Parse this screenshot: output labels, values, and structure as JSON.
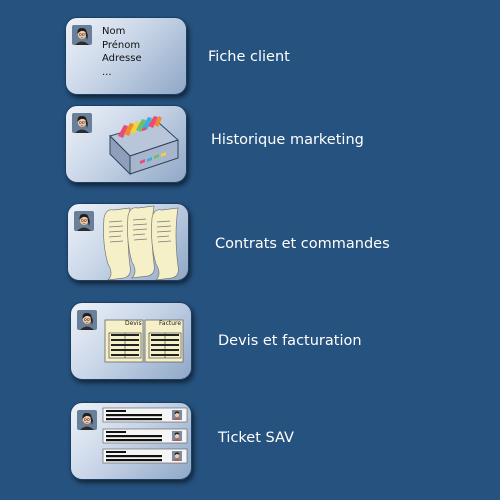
{
  "items": [
    {
      "label": "Fiche client",
      "icon": "person-avatar-icon",
      "card_lines": [
        "Nom",
        "Prénom",
        "Adresse",
        "..."
      ]
    },
    {
      "label": "Historique marketing",
      "icon": "file-drawer-icon"
    },
    {
      "label": "Contrats et commandes",
      "icon": "contract-scrolls-icon"
    },
    {
      "label": "Devis et facturation",
      "icon": "invoice-documents-icon",
      "doc_titles": [
        "Devis",
        "Facture"
      ]
    },
    {
      "label": "Ticket SAV",
      "icon": "ticket-list-icon"
    }
  ],
  "colors": {
    "background": "#26527f",
    "card_light": "#eef2f8",
    "card_dark": "#8fa7c6",
    "paper": "#f6f0c8",
    "text": "#ffffff"
  }
}
